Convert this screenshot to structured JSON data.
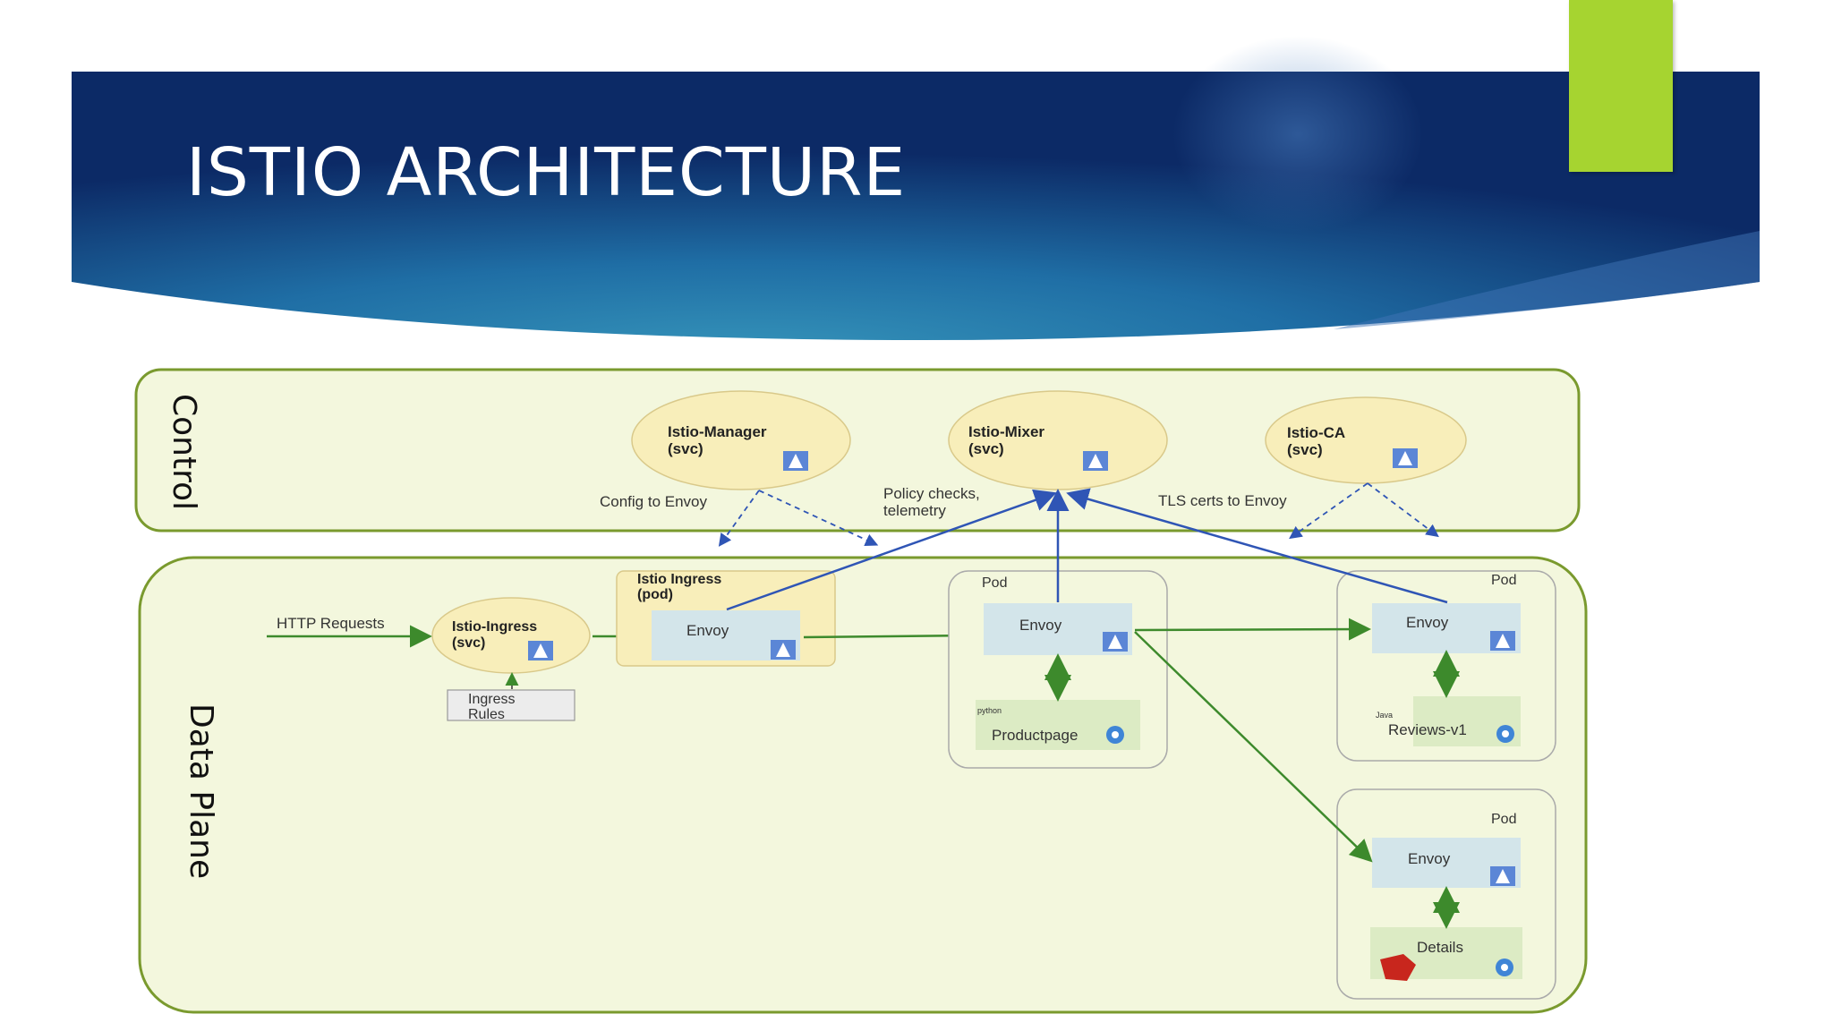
{
  "slide": {
    "title": "ISTIO ARCHITECTURE",
    "colors": {
      "banner_dark": "#0d2f6b",
      "banner_mid": "#1f74a8",
      "accent": "#a6d430",
      "lane_fill": "#f3f7dd",
      "lane_border": "#7a9a2e",
      "node_fill": "#f8eeba",
      "envoy_fill": "#d3e5ea",
      "flow_green": "#3d8a2c",
      "flow_blue": "#2f55b5"
    }
  },
  "diagram": {
    "lanes": {
      "control": "Control",
      "data": "Data Plane"
    },
    "control_nodes": {
      "manager": [
        "Istio-Manager",
        "(svc)"
      ],
      "mixer": [
        "Istio-Mixer",
        "(svc)"
      ],
      "ca": [
        "Istio-CA",
        "(svc)"
      ]
    },
    "control_labels": {
      "config": "Config to Envoy",
      "policy": [
        "Policy checks,",
        "telemetry"
      ],
      "tls": "TLS certs to Envoy"
    },
    "data_nodes": {
      "http_requests": "HTTP Requests",
      "ingress_svc": [
        "Istio-Ingress",
        "(svc)"
      ],
      "ingress_rules": [
        "Ingress",
        "Rules"
      ],
      "ingress_pod": [
        "Istio Ingress",
        "(pod)"
      ],
      "envoy": "Envoy",
      "pod": "Pod",
      "productpage": "Productpage",
      "python_tag": "python",
      "reviews": "Reviews-v1",
      "java_tag": "Java",
      "details": "Details"
    }
  }
}
